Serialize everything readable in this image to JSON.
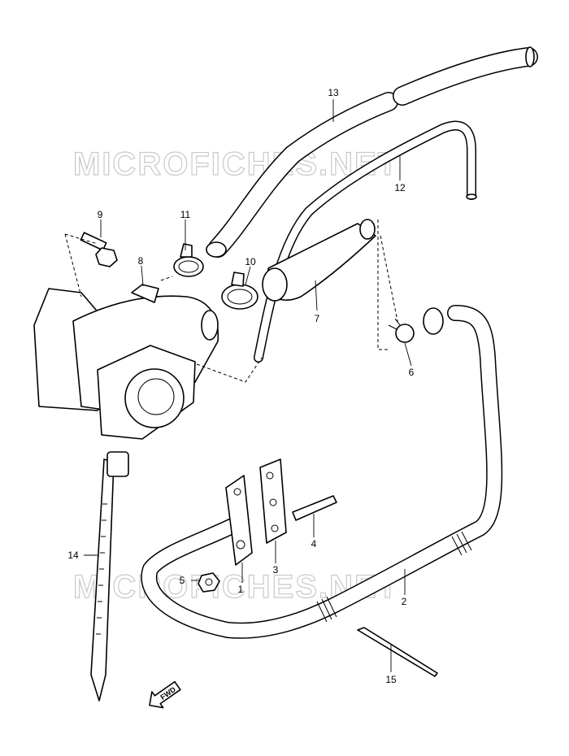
{
  "watermark": {
    "text": "MICROFICHES.NET",
    "color": "#c9c9c9"
  },
  "parts": [
    {
      "no": "1"
    },
    {
      "no": "2"
    },
    {
      "no": "3"
    },
    {
      "no": "4"
    },
    {
      "no": "5"
    },
    {
      "no": "6"
    },
    {
      "no": "7"
    },
    {
      "no": "8"
    },
    {
      "no": "9"
    },
    {
      "no": "10"
    },
    {
      "no": "11"
    },
    {
      "no": "12"
    },
    {
      "no": "13"
    },
    {
      "no": "14"
    },
    {
      "no": "15"
    }
  ],
  "direction_marker": {
    "label": "FWD",
    "icon": "forward-arrow-icon"
  }
}
